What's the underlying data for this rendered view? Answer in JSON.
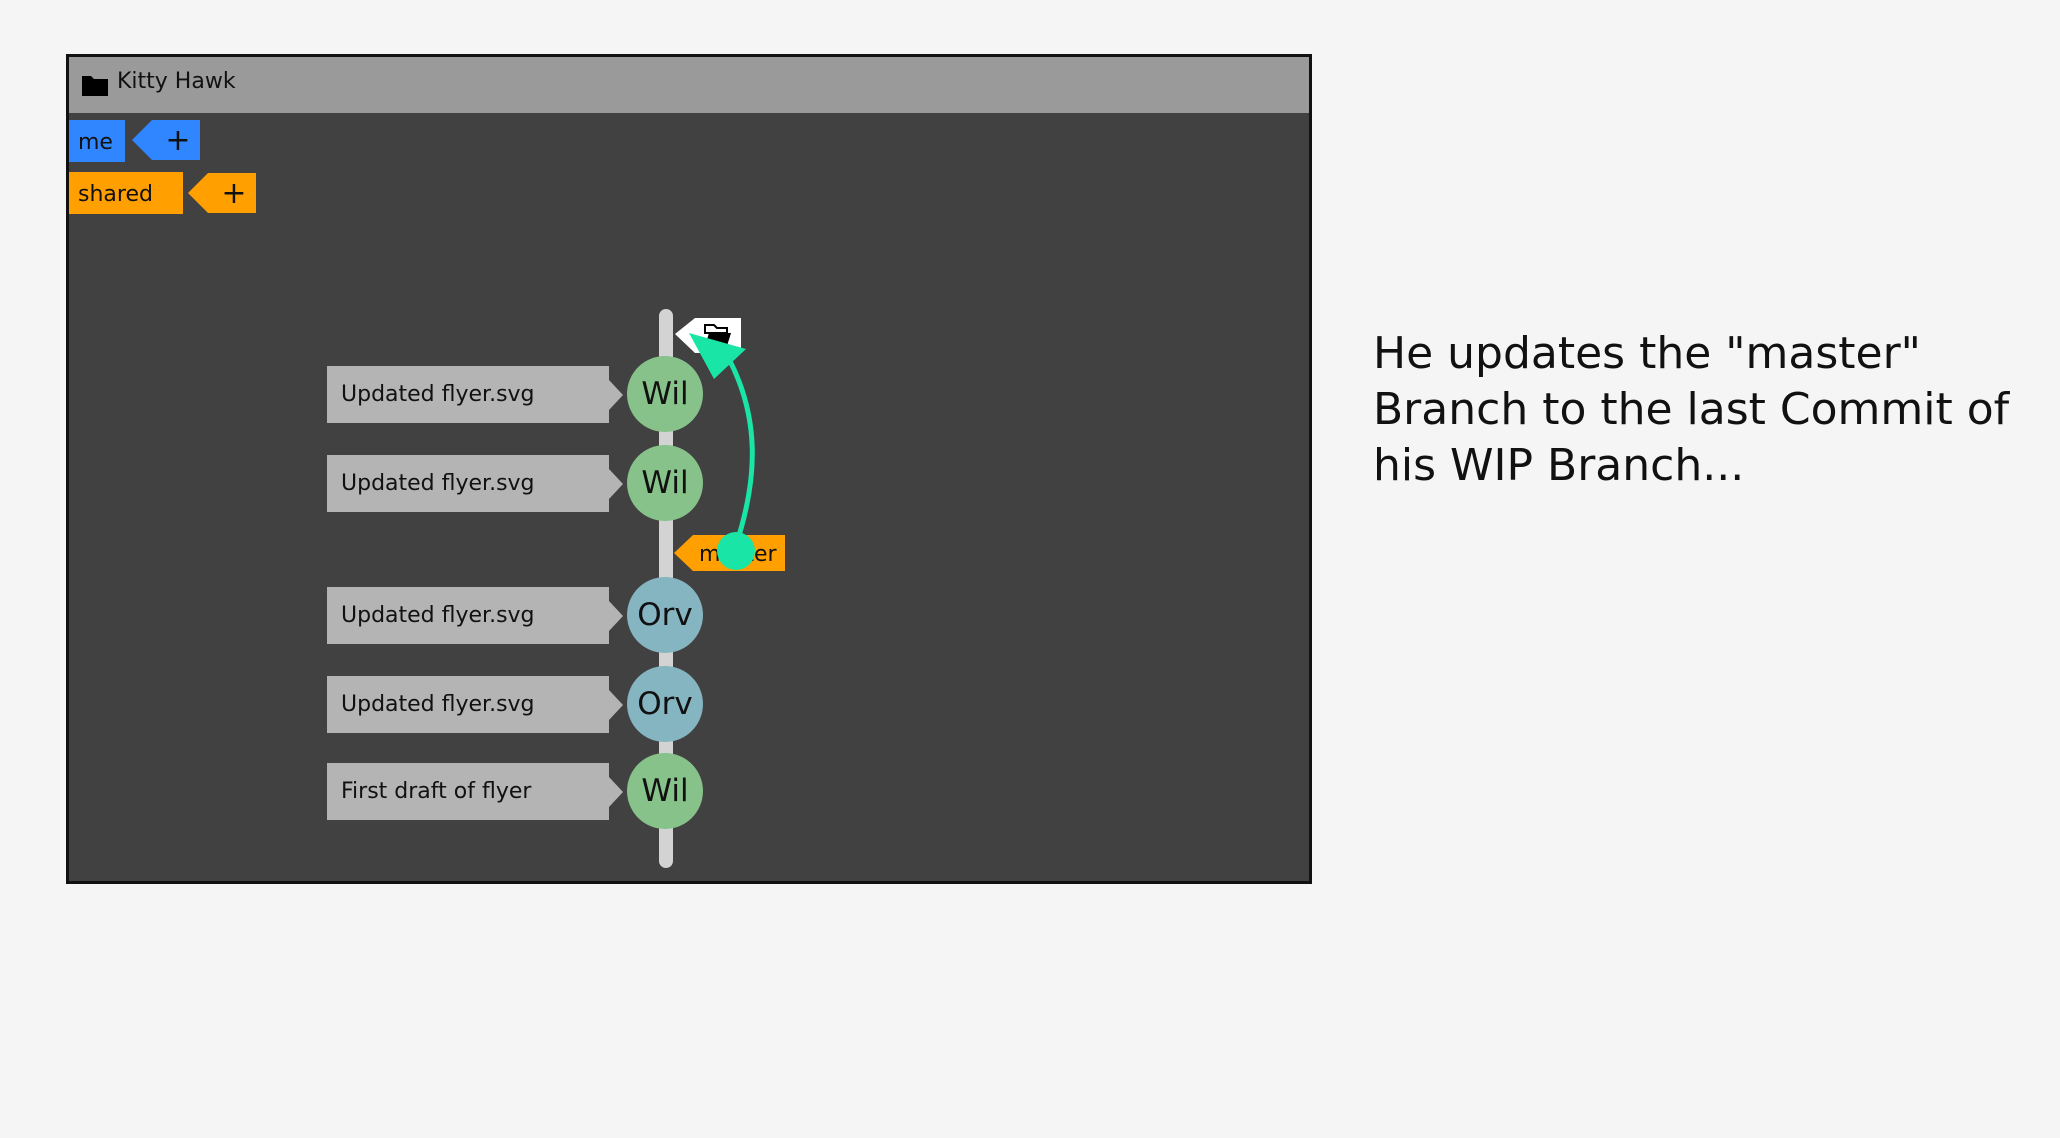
{
  "window": {
    "title": "Kitty Hawk",
    "title_icon": "folder-icon"
  },
  "refs": [
    {
      "label": "me",
      "color": "#2f86ff",
      "add_label": "+"
    },
    {
      "label": "shared",
      "color": "#ffa000",
      "add_label": "+"
    }
  ],
  "commits": [
    {
      "message": "Updated flyer.svg",
      "author": "Wil",
      "color": "#86c28a"
    },
    {
      "message": "Updated flyer.svg",
      "author": "Wil",
      "color": "#86c28a"
    },
    {
      "message": "Updated flyer.svg",
      "author": "Orv",
      "color": "#86b5c2"
    },
    {
      "message": "Updated flyer.svg",
      "author": "Orv",
      "color": "#86b5c2"
    },
    {
      "message": "First draft of flyer",
      "author": "Wil",
      "color": "#86c28a"
    }
  ],
  "branch_tag": {
    "label": "master",
    "color": "#ffa000"
  },
  "wip_tag": {
    "icon": "folder-open-icon"
  },
  "drag_indicator_color": "#19e6a6",
  "caption": "He updates the \"master\" Branch to the last Commit of his WIP Branch..."
}
